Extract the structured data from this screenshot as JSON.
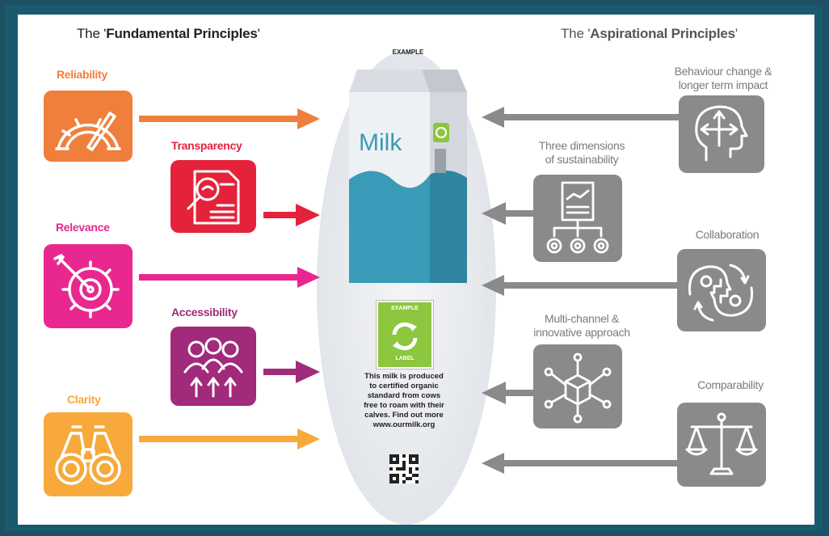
{
  "headings": {
    "fundamental_prefix": "The '",
    "fundamental_bold": "Fundamental Principles",
    "fundamental_suffix": "'",
    "aspirational_prefix": "The '",
    "aspirational_bold": "Aspirational Principles",
    "aspirational_suffix": "'"
  },
  "fundamental": [
    {
      "label": "Reliability",
      "color": "#f07f3c",
      "icon": "speedometer-icon"
    },
    {
      "label": "Transparency",
      "color": "#e4233b",
      "icon": "document-magnifier-icon"
    },
    {
      "label": "Relevance",
      "color": "#e8278f",
      "icon": "target-gear-icon"
    },
    {
      "label": "Accessibility",
      "color": "#a12a7a",
      "icon": "people-icon"
    },
    {
      "label": "Clarity",
      "color": "#f7a93b",
      "icon": "binoculars-icon"
    }
  ],
  "aspirational": [
    {
      "label_line1": "Behaviour change &",
      "label_line2": "longer term impact",
      "icon": "head-arrows-icon"
    },
    {
      "label_line1": "Three dimensions",
      "label_line2": "of sustainability",
      "icon": "report-gears-icon"
    },
    {
      "label_line1": "Collaboration",
      "label_line2": "",
      "icon": "two-heads-icon"
    },
    {
      "label_line1": "Multi-channel &",
      "label_line2": "innovative approach",
      "icon": "box-network-icon"
    },
    {
      "label_line1": "Comparability",
      "label_line2": "",
      "icon": "scales-icon"
    }
  ],
  "grey_color": "#8a8a8a",
  "center": {
    "example_top": "EXAMPLE",
    "milk_word": "Milk",
    "label_top": "EXAMPLE",
    "label_bottom": "LABEL",
    "text_lines": [
      "This milk is produced",
      "to certified organic",
      "standard from cows",
      "free to roam with their",
      "calves. Find out more",
      "www.ourmilk.org"
    ]
  }
}
